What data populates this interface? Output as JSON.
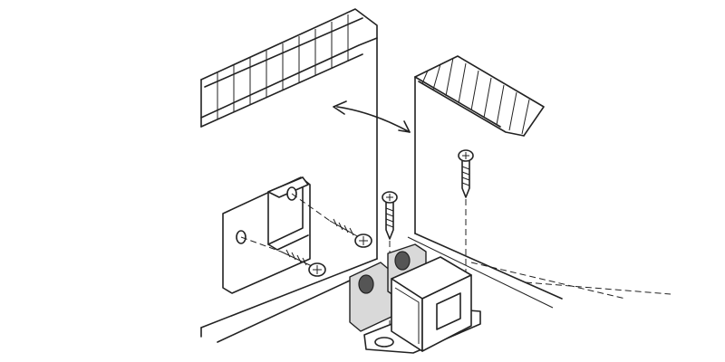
{
  "diagram": {
    "kind": "assembly-illustration",
    "colors": {
      "line": "#222222",
      "background": "#ffffff",
      "shade": "#d9d9d9"
    },
    "parts": [
      "door-panel",
      "cabinet-side-panel",
      "catch-strike-plate",
      "roller-catch-body",
      "screws",
      "swing-arrow"
    ],
    "screw_count": 4
  }
}
